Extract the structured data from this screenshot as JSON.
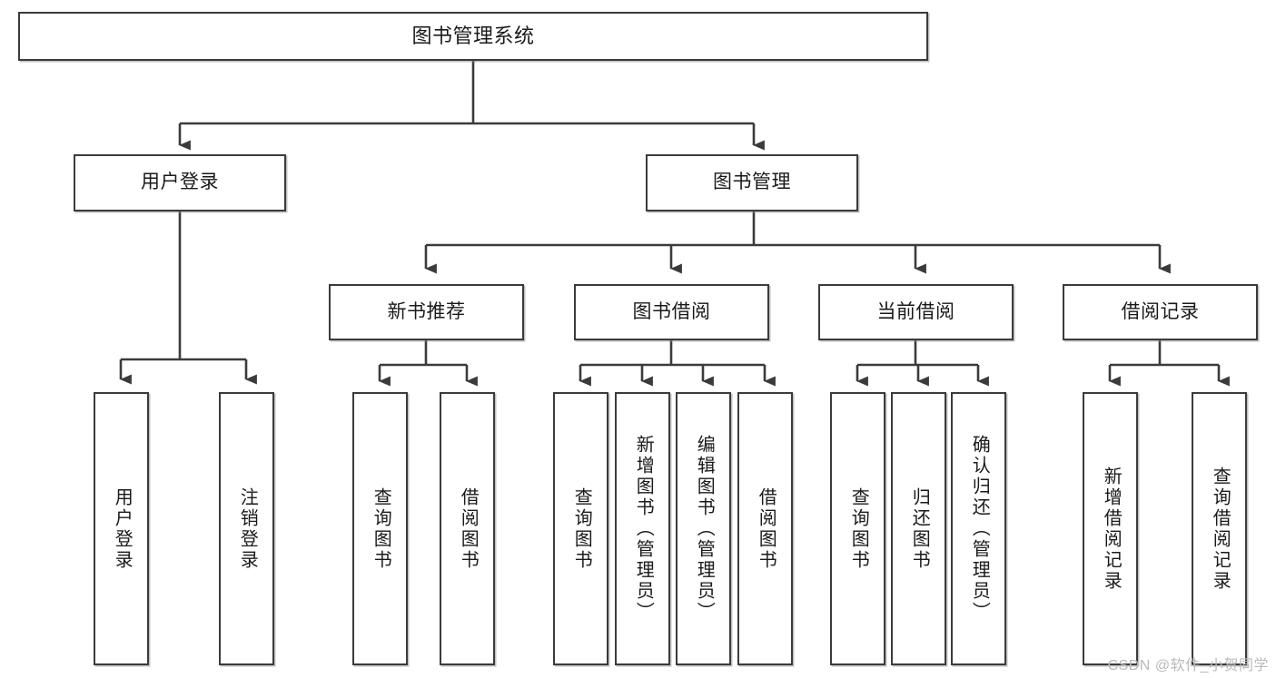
{
  "diagram": {
    "type": "tree",
    "title": "图书管理系统",
    "watermark": "CSDN @软件_小贺同学",
    "colors": {
      "box_border": "#3b3b3b",
      "box_fill": "#ffffff",
      "connector": "#3b3b3b",
      "text": "#1a1a1a",
      "watermark": "#b9b9b9"
    },
    "root": {
      "label": "图书管理系统"
    },
    "level2": [
      {
        "label": "用户登录"
      },
      {
        "label": "图书管理"
      }
    ],
    "level3": [
      {
        "label": "新书推荐"
      },
      {
        "label": "图书借阅"
      },
      {
        "label": "当前借阅"
      },
      {
        "label": "借阅记录"
      }
    ],
    "leaves": {
      "user_login": [
        {
          "label": "用户登录"
        },
        {
          "label": "注销登录"
        }
      ],
      "new_book_recommend": [
        {
          "label": "查询图书"
        },
        {
          "label": "借阅图书"
        }
      ],
      "book_borrow": [
        {
          "label": "查询图书"
        },
        {
          "label": "新增图书（管理员）"
        },
        {
          "label": "编辑图书（管理员）"
        },
        {
          "label": "借阅图书"
        }
      ],
      "current_borrow": [
        {
          "label": "查询图书"
        },
        {
          "label": "归还图书"
        },
        {
          "label": "确认归还（管理员）"
        }
      ],
      "borrow_record": [
        {
          "label": "新增借阅记录"
        },
        {
          "label": "查询借阅记录"
        }
      ]
    }
  }
}
